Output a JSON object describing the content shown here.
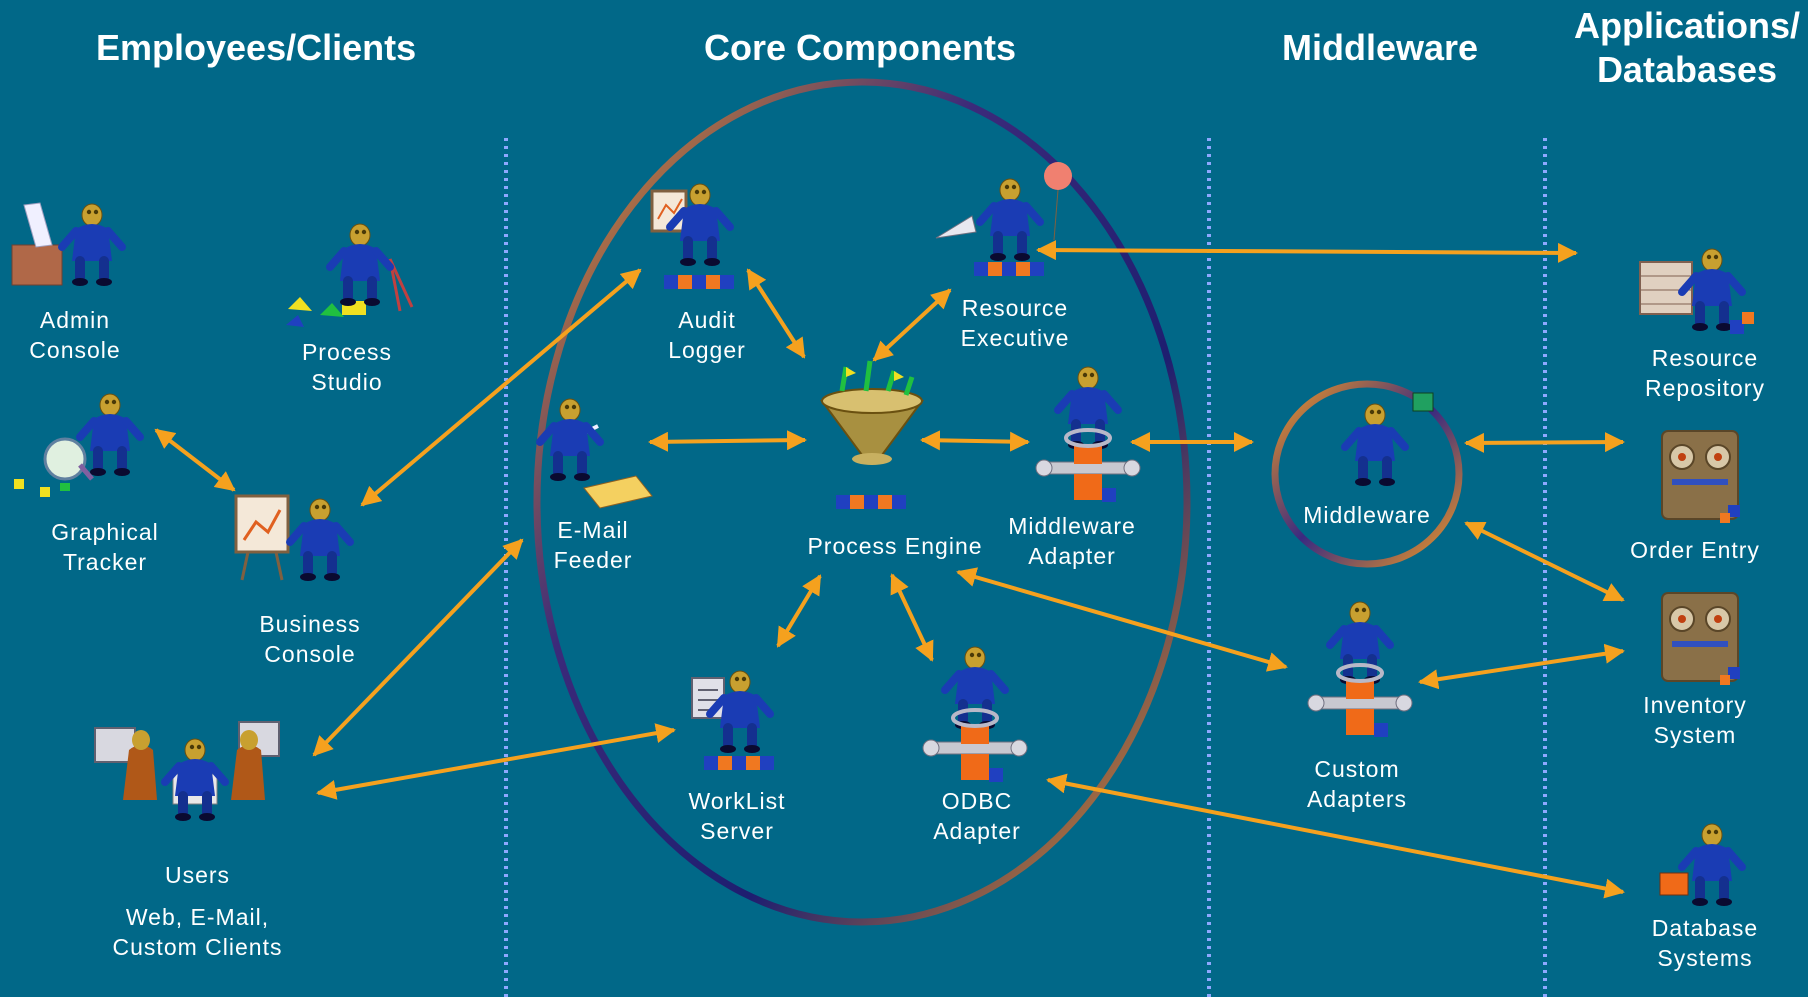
{
  "headers": {
    "employees": "Employees/Clients",
    "core": "Core Components",
    "middleware": "Middleware",
    "apps_line1": "Applications/",
    "apps_line2": "Databases"
  },
  "nodes": {
    "admin_console": {
      "line1": "Admin",
      "line2": "Console"
    },
    "process_studio": {
      "line1": "Process",
      "line2": "Studio"
    },
    "graphical_tracker": {
      "line1": "Graphical",
      "line2": "Tracker"
    },
    "business_console": {
      "line1": "Business",
      "line2": "Console"
    },
    "users": {
      "line1": "Users",
      "line2": "Web, E-Mail,",
      "line3": "Custom Clients"
    },
    "audit_logger": {
      "line1": "Audit",
      "line2": "Logger"
    },
    "resource_executive": {
      "line1": "Resource",
      "line2": "Executive"
    },
    "email_feeder": {
      "line1": "E-Mail",
      "line2": "Feeder"
    },
    "process_engine": {
      "line1": "Process Engine"
    },
    "middleware_adapter": {
      "line1": "Middleware",
      "line2": "Adapter"
    },
    "worklist_server": {
      "line1": "WorkList",
      "line2": "Server"
    },
    "odbc_adapter": {
      "line1": "ODBC",
      "line2": "Adapter"
    },
    "middleware": {
      "line1": "Middleware"
    },
    "custom_adapters": {
      "line1": "Custom",
      "line2": "Adapters"
    },
    "resource_repository": {
      "line1": "Resource",
      "line2": "Repository"
    },
    "order_entry": {
      "line1": "Order Entry"
    },
    "inventory_system": {
      "line1": "Inventory",
      "line2": "System"
    },
    "database_systems": {
      "line1": "Database",
      "line2": "Systems"
    }
  },
  "colors": {
    "background": "#016888",
    "arrow": "#F5A11E",
    "divider": "#8EA8FF",
    "figure_body": "#1A3CB4",
    "figure_head": "#C8A030"
  },
  "icons": {
    "admin_console": "admin-console-icon",
    "process_studio": "process-studio-icon",
    "graphical_tracker": "graphical-tracker-icon",
    "business_console": "business-console-icon",
    "users": "users-group-icon",
    "audit_logger": "audit-logger-icon",
    "resource_executive": "resource-executive-icon",
    "email_feeder": "email-feeder-icon",
    "process_engine": "process-engine-funnel-icon",
    "middleware_adapter": "middleware-adapter-icon",
    "worklist_server": "worklist-server-icon",
    "odbc_adapter": "odbc-adapter-icon",
    "middleware": "middleware-icon",
    "custom_adapters": "custom-adapters-icon",
    "resource_repository": "resource-repository-icon",
    "order_entry": "order-entry-icon",
    "inventory_system": "inventory-system-icon",
    "database_systems": "database-systems-icon"
  }
}
